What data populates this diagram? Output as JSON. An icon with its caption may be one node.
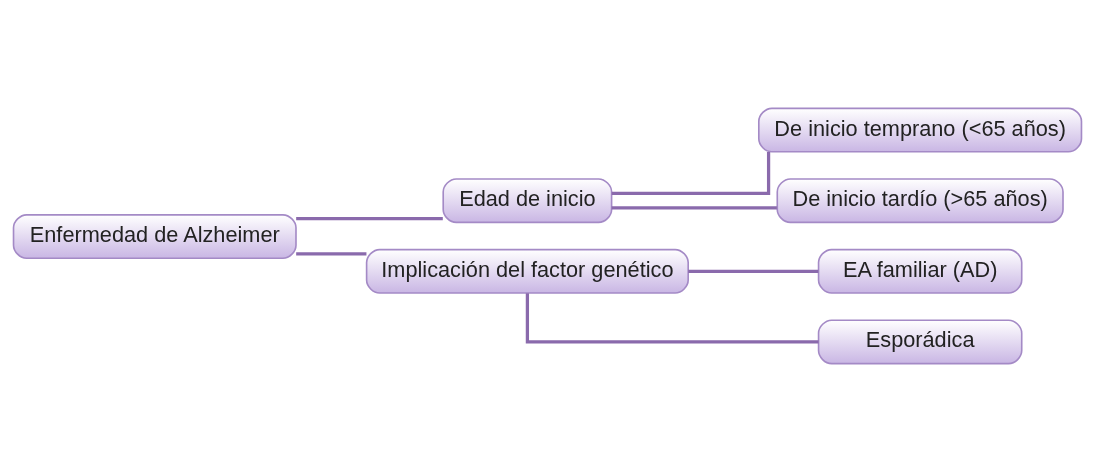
{
  "diagram": {
    "nodes": [
      {
        "text": [
          "Enfermedad de Alzheimer"
        ]
      },
      {
        "text": [
          "Edad de inicio"
        ]
      },
      {
        "text": [
          "De inicio temprano (<65 años)"
        ]
      },
      {
        "text": [
          "De inicio tardío (>65 años)"
        ]
      },
      {
        "text": [
          "Implicación del factor genético"
        ]
      },
      {
        "text": [
          "EA familiar (AD)"
        ]
      },
      {
        "text": [
          "Esporádica"
        ]
      }
    ],
    "edges": [
      {
        "from": 0,
        "to": 1,
        "arrow": "none"
      },
      {
        "from": 0,
        "to": 4,
        "arrow": "none"
      },
      {
        "from": 1,
        "to": 2,
        "arrow": "none"
      },
      {
        "from": 1,
        "to": 3,
        "arrow": "none"
      },
      {
        "from": 4,
        "to": 5,
        "arrow": "none"
      },
      {
        "from": 4,
        "to": 6,
        "arrow": "none"
      }
    ]
  }
}
